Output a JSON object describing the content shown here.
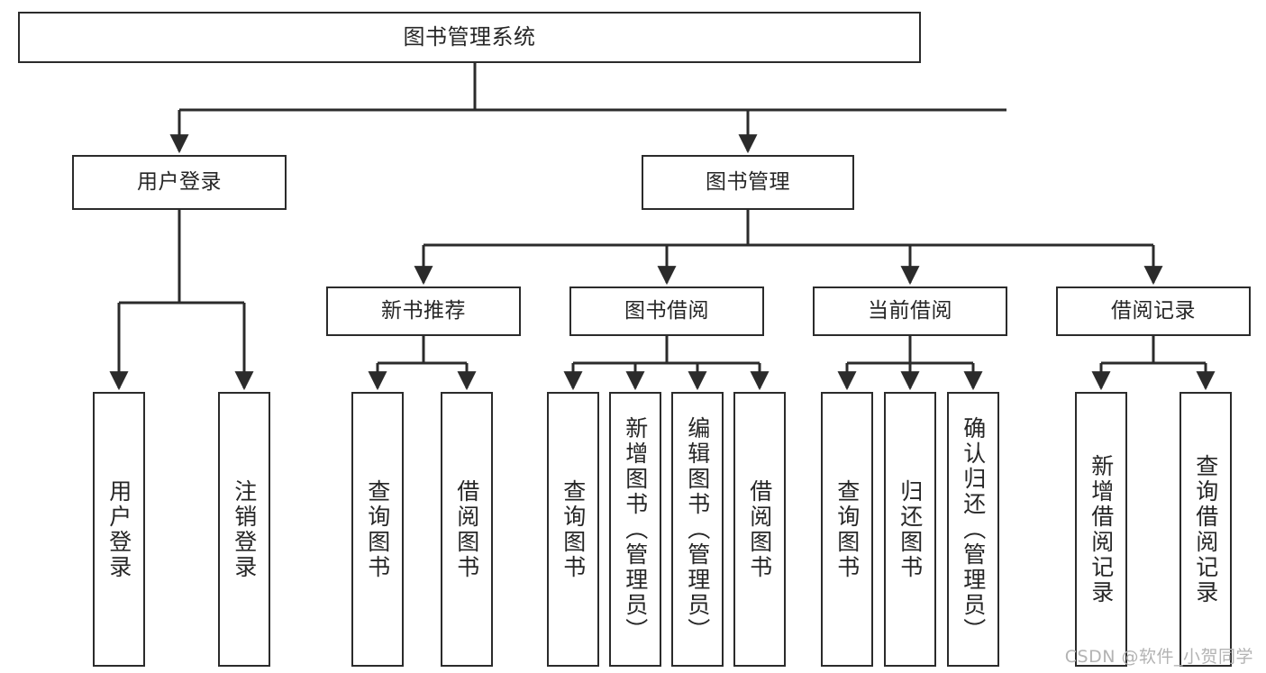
{
  "diagram": {
    "title": "图书管理系统",
    "type": "tree-hierarchy-chart",
    "colors": {
      "box_border": "#2b2b2b",
      "box_fill": "#ffffff",
      "connector": "#2b2b2b",
      "text": "#262626",
      "watermark": "#b3b3b3",
      "background": "#ffffff"
    },
    "root": {
      "label": "图书管理系统"
    },
    "level2": [
      {
        "label": "用户登录"
      },
      {
        "label": "图书管理"
      }
    ],
    "level3": [
      {
        "label": "新书推荐"
      },
      {
        "label": "图书借阅"
      },
      {
        "label": "当前借阅"
      },
      {
        "label": "借阅记录"
      }
    ],
    "leaves": [
      {
        "label": "用户登录",
        "parent": "用户登录"
      },
      {
        "label": "注销登录",
        "parent": "用户登录"
      },
      {
        "label": "查询图书",
        "parent": "新书推荐"
      },
      {
        "label": "借阅图书",
        "parent": "新书推荐"
      },
      {
        "label": "查询图书",
        "parent": "图书借阅"
      },
      {
        "label": "新增图书（管理员）",
        "parent": "图书借阅"
      },
      {
        "label": "编辑图书（管理员）",
        "parent": "图书借阅"
      },
      {
        "label": "借阅图书",
        "parent": "图书借阅"
      },
      {
        "label": "查询图书",
        "parent": "当前借阅"
      },
      {
        "label": "归还图书",
        "parent": "当前借阅"
      },
      {
        "label": "确认归还（管理员）",
        "parent": "当前借阅"
      },
      {
        "label": "新增借阅记录",
        "parent": "借阅记录"
      },
      {
        "label": "查询借阅记录",
        "parent": "借阅记录"
      }
    ]
  },
  "watermark": {
    "text": "CSDN @软件_小贺同学"
  }
}
